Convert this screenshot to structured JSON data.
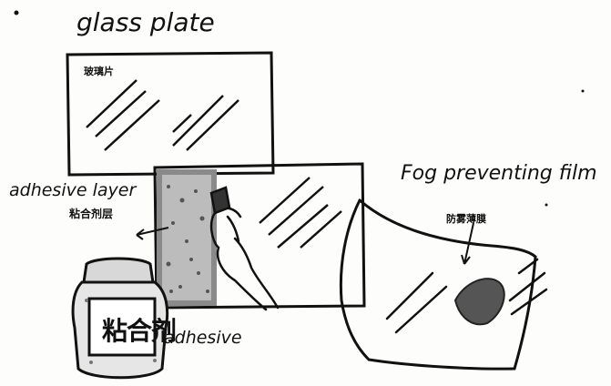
{
  "labels": {
    "glass_plate": "glass plate",
    "glass_plate_cn": "玻璃片",
    "adhesive_layer": "adhesive layer",
    "adhesive_layer_cn": "粘合剂层",
    "fog_film": "Fog preventing film",
    "fog_film_cn": "防雾薄膜",
    "adhesive": "adhesive",
    "jar_text": "粘合剂"
  }
}
